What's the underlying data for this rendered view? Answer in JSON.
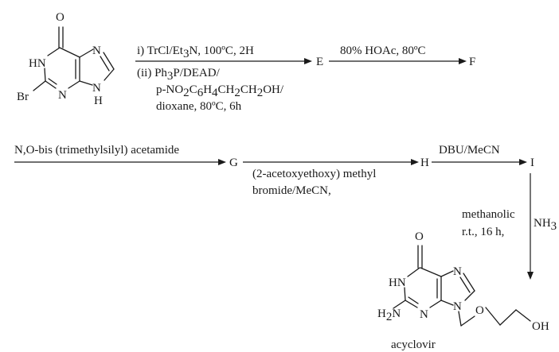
{
  "molecules": {
    "start": {
      "o": "O",
      "hn": "HN",
      "n7": "N",
      "br": "Br",
      "n3": "N",
      "n9": "N",
      "h9": "H"
    },
    "acyclovir": {
      "o": "O",
      "hn": "HN",
      "n7": "N",
      "h2": "H",
      "sub2": "2",
      "n_amino": "N",
      "n3": "N",
      "n9": "N",
      "o_ether": "O",
      "oh": "OH",
      "name": "acyclovir"
    }
  },
  "intermediates": {
    "e": "E",
    "f": "F",
    "g": "G",
    "h": "H",
    "i": "I"
  },
  "conditions": {
    "step1": {
      "line1_a": "i) TrCl/Et",
      "line1_sub": "3",
      "line1_b": "N, 100ºC, 2H",
      "line2": "(ii) Ph",
      "line2_sub": "3",
      "line2_b": "P/DEAD/",
      "line3_a": "p-NO",
      "line3_sub1": "2",
      "line3_b": "C",
      "line3_sub2": "6",
      "line3_c": "H",
      "line3_sub3": "4",
      "line3_d": "CH",
      "line3_sub4": "2",
      "line3_e": "CH",
      "line3_sub5": "2",
      "line3_f": "OH/",
      "line4": "dioxane, 80ºC, 6h"
    },
    "step2": "80% HOAc, 80ºC",
    "step3": "N,O-bis (trimethylsilyl) acetamide",
    "step4": {
      "line1": "(2-acetoxyethoxy) methyl",
      "line2": "bromide/MeCN,"
    },
    "step5": "DBU/MeCN",
    "step6": {
      "left1": "methanolic",
      "left2": "r.t., 16 h,",
      "right_a": "NH",
      "right_sub": "3"
    }
  }
}
